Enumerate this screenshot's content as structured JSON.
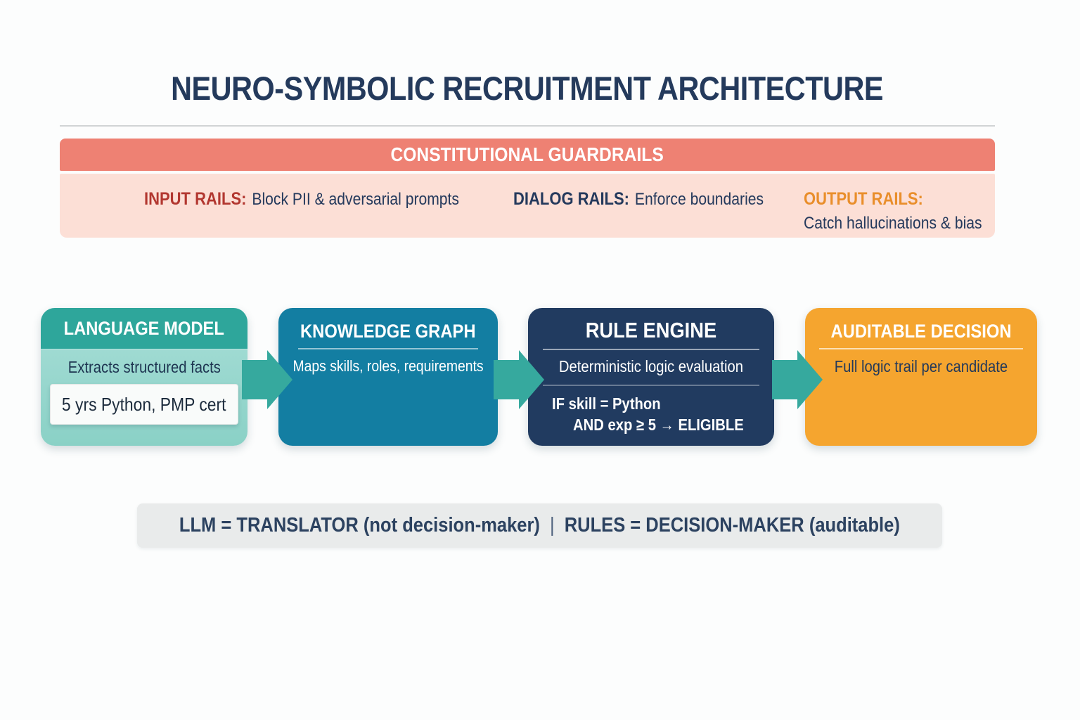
{
  "title": "NEURO-SYMBOLIC RECRUITMENT ARCHITECTURE",
  "guardrails": {
    "header": "CONSTITUTIONAL GUARDRAILS",
    "rails": [
      {
        "label": "INPUT RAILS:",
        "text": "Block PII & adversarial prompts"
      },
      {
        "label": "DIALOG RAILS:",
        "text": "Enforce boundaries"
      },
      {
        "label": "OUTPUT RAILS:",
        "text": "Catch hallucinations & bias"
      }
    ]
  },
  "flow": {
    "boxes": [
      {
        "title": "LANGUAGE MODEL",
        "subtitle": "Extracts structured facts",
        "chip": "5 yrs Python, PMP cert"
      },
      {
        "title": "KNOWLEDGE GRAPH",
        "subtitle": "Maps skills, roles, requirements"
      },
      {
        "title": "RULE ENGINE",
        "subtitle": "Deterministic logic evaluation",
        "rule_line1": "IF skill = Python",
        "rule_line2": "AND exp ≥ 5 → ELIGIBLE"
      },
      {
        "title": "AUDITABLE DECISION",
        "subtitle": "Full logic trail per candidate"
      }
    ]
  },
  "footer": {
    "left": "LLM = TRANSLATOR (not decision-maker)",
    "separator": "|",
    "right": "RULES = DECISION-MAKER (auditable)"
  },
  "colors": {
    "title_navy": "#243a5c",
    "banner_salmon": "#ee8173",
    "rails_panel_pink": "#fcdfd6",
    "input_rail_red": "#b23730",
    "dialog_rail_navy": "#24395c",
    "output_rail_orange": "#e98e2b",
    "language_model_teal": "#2ea69b",
    "language_model_body": "#9bd8d0",
    "knowledge_graph_blue": "#137ea2",
    "rule_engine_navy": "#213b60",
    "auditable_decision_orange": "#f5a52f",
    "arrow_teal": "#36a99e",
    "footer_gray": "#e9ebeb"
  }
}
